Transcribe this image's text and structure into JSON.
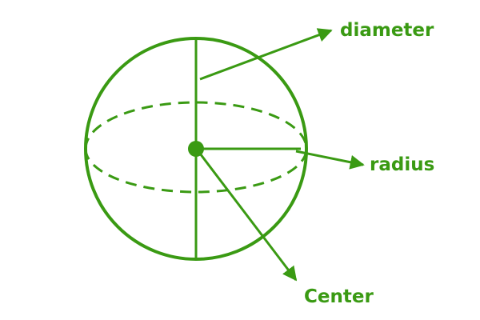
{
  "colors": {
    "stroke": "#3a9a13",
    "text": "#3a9a13",
    "background": "#ffffff"
  },
  "labels": {
    "diameter": "diameter",
    "radius": "radius",
    "center": "Center"
  }
}
